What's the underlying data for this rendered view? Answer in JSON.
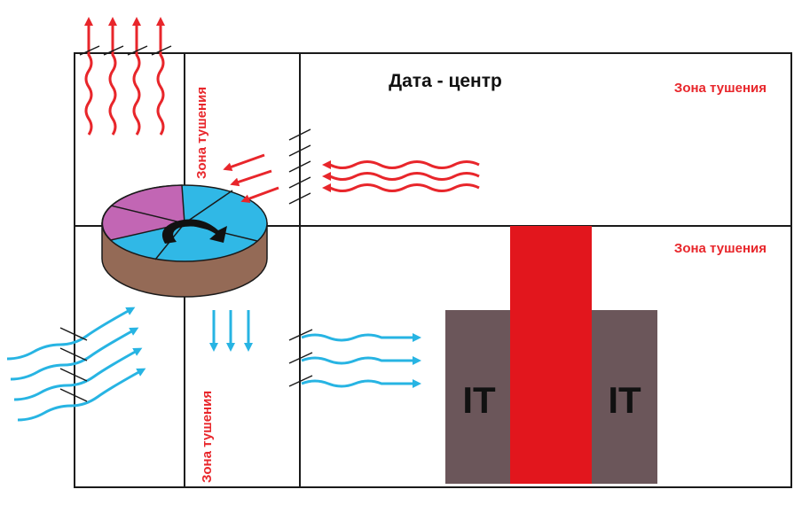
{
  "title": "Дата - центр",
  "zone_label": "Зона тушения",
  "it_label": "IT",
  "colors": {
    "hot_air": "#e8262b",
    "cold_air": "#27b4e3",
    "rack": "#6b565a",
    "hot_aisle": "#e2161d",
    "wheel_blue": "#30b8e6",
    "wheel_pink": "#c266b4",
    "wheel_side": "#946a56",
    "outline": "#1a1a1a",
    "text_dark": "#111111"
  },
  "icons": [
    "hot-air-arrow-icon",
    "cold-air-arrow-icon",
    "rotary-heat-exchanger-icon",
    "filter-hatch-icon",
    "rotation-arrow-icon"
  ]
}
